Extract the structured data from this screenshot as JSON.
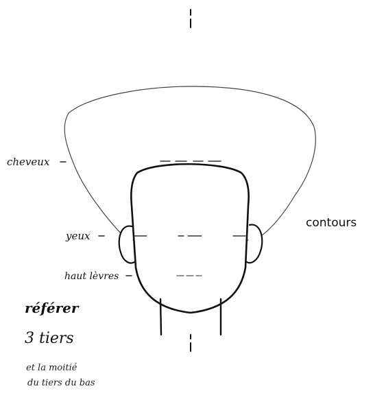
{
  "labels": {
    "cheveux": "cheveux",
    "yeux": "yeux",
    "haut_levres": "haut lèvres",
    "contours": "contours",
    "referer": "référer",
    "trois_tiers": "3 tiers",
    "moitie_line1": "et la moitié",
    "moitie_line2": "du tiers du bas"
  },
  "colors": {
    "ink": "#111111",
    "light_ink": "#555555",
    "background": "#ffffff"
  }
}
